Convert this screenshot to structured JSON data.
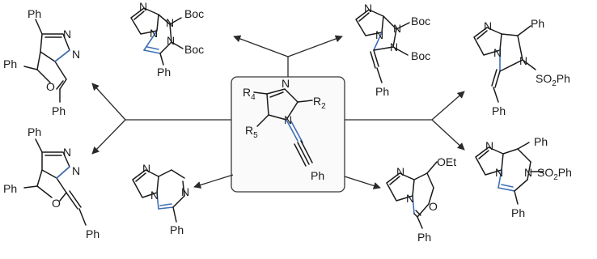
{
  "labels": {
    "ph": "Ph",
    "n": "N",
    "o": "O",
    "boc": "Boc",
    "r": "R",
    "sub2": "2",
    "sub4": "4",
    "sub5": "5",
    "so2ph_a": "SO",
    "so2ph_b": "Ph",
    "oet": "OEt"
  },
  "colors": {
    "ring_highlight": "#3f6fb5",
    "ink": "#1a1a1a"
  }
}
